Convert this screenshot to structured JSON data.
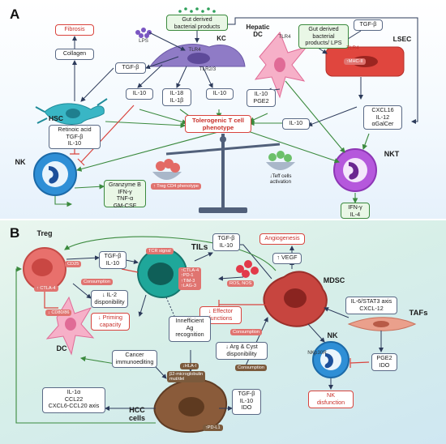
{
  "panel_a": {
    "label": "A",
    "gut_products": "Gut derived\nbacterial products",
    "lps": "LPS",
    "kc": "KC",
    "tlr4_kc": "TLR4",
    "tlr23": "TLR2/3",
    "fibrosis": "Fibrosis",
    "collagen": "Collagen",
    "tgfb_left": "TGF-β",
    "hsc": "HSC",
    "hsc_factors": "Retinoic acid\nTGF-β\nIL-10",
    "il10_a": "IL-10",
    "il18": "IL-18\nIL-1β",
    "il10_b": "IL-10",
    "hepatic_dc": "Hepatic\nDC",
    "tlr4_dc": "TLR4",
    "gut_lps": "Gut derived\nbacterial\nproducts/ LPS",
    "tgfb_right": "TGF-β",
    "lsec": "LSEC",
    "tlr4_lsec": "TLR4",
    "mhc2": "↑MHC-II",
    "il10_pge2": "IL-10\nPGE2",
    "tolerogenic": "Tolerogenic T cell\nphenotype",
    "il10_c": "IL-10",
    "cxcl16": "CXCL16\nIL-12\nαGalCer",
    "nk": "NK",
    "nk_factors": "Granzyme B\nIFN-γ\nTNF-α\nGM-CSF",
    "treg_cd4": "↑ Treg CD4\nphenotype",
    "teff": "↓Teff cells\nactivation",
    "nkt": "NKT",
    "ifn_il4": "IFN-γ\nIL-4"
  },
  "panel_b": {
    "label": "B",
    "treg": "Treg",
    "tgfb_il10_1": "TGF-β\nIL-10",
    "cd25": "CD25",
    "ctla4_treg": "↑ CTLA-4",
    "consumption_1": "Consumption",
    "il2": "↓ IL-2\ndisponibility",
    "cd80": "↓ CD80/86",
    "priming": "↓ Priming\ncapacity",
    "dc": "DC",
    "tils": "TILs",
    "tcr": "TCR signal",
    "checkpoints": "↑CTLA-4\n↑PD-1\n↑TIM-3\n↑LAG-3",
    "tgfb_il10_2": "TGF-β\nIL-10",
    "ros": "ROS, NOS",
    "effector": "↓ Effector\nfunctions",
    "angiogenesis": "Angiogenesis",
    "vegf": "↑ VEGF",
    "mdsc": "MDSC",
    "inefficient": "Innefficient\nAg\nrecognition",
    "cancer_imm": "Cancer\nimmunoediting",
    "consumption_2": "Consumption",
    "arg": "↓ Arg & Cyst\ndisponibility",
    "consumption_3": "Consumption",
    "hla": "↓HLA-I",
    "b2m": "β2-microglobulin\nmut/del",
    "il6": "IL-6/STAT3 axis\nCXCL-12",
    "tafs": "TAFs",
    "il1": "IL-1α\nCCL22\nCXCL6-CCL20 axis",
    "tgfb_il10_ido": "TGF-β\nIL-10\nIDO",
    "pdl1": "↑PD-L1",
    "hcc": "HCC\ncells",
    "nk": "NK",
    "nkp30": "NKp30R",
    "pge2": "PGE2\nIDO",
    "nk_dys": "NK\ndisfunction"
  },
  "colors": {
    "red": "#d9443e",
    "green": "#3b8a3e",
    "navy": "#2c3a5a",
    "treg": "#e8706c",
    "til": "#1fa79a",
    "mdsc": "#c7453f",
    "hcc": "#8a5b3a",
    "nk": "#2f8fd6",
    "nkt": "#a23bd0",
    "kc": "#8f7bc6",
    "lsec": "#e0463e",
    "dc": "#f28ab0"
  }
}
